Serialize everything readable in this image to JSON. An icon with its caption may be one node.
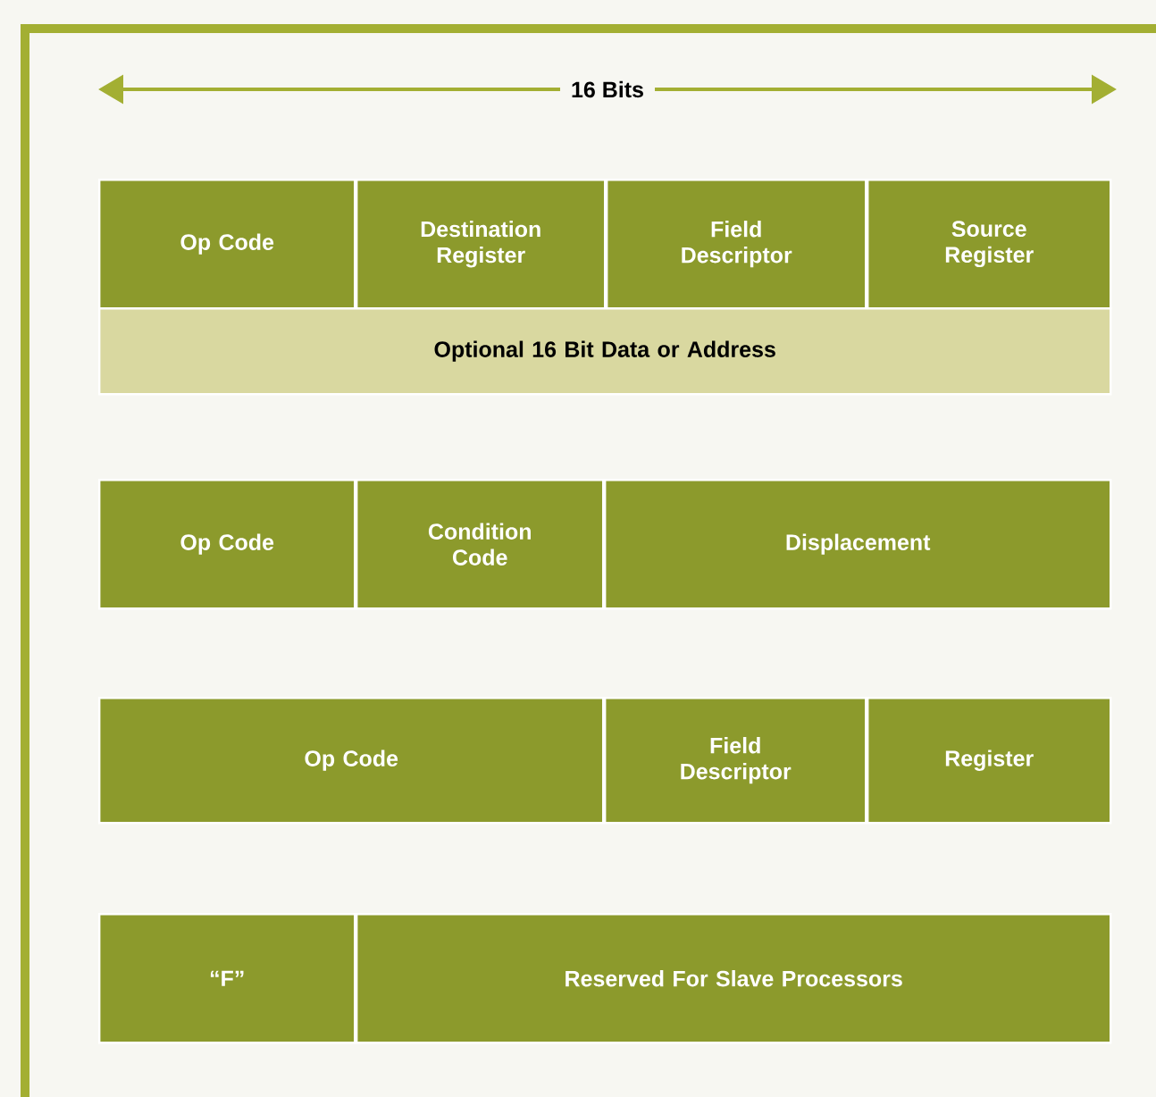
{
  "diagram": {
    "nodes": [
      {
        "text": [
          "Op Code"
        ]
      },
      {
        "text": [
          "Destination Register"
        ]
      },
      {
        "text": [
          "Field Descriptor"
        ]
      },
      {
        "text": [
          "Source Register"
        ]
      },
      {
        "text": [
          "Optional 16 Bit Data or Address"
        ]
      },
      {
        "text": [
          "Op Code"
        ]
      },
      {
        "text": [
          "Condition Code"
        ]
      },
      {
        "text": [
          "Displacement"
        ]
      },
      {
        "text": [
          "Op Code"
        ]
      },
      {
        "text": [
          "Field Descriptor"
        ]
      },
      {
        "text": [
          "Register"
        ]
      },
      {
        "text": [
          "“F”"
        ]
      },
      {
        "text": [
          "Reserved For Slave Processors"
        ]
      }
    ],
    "labels": [
      "16 Bits"
    ]
  }
}
